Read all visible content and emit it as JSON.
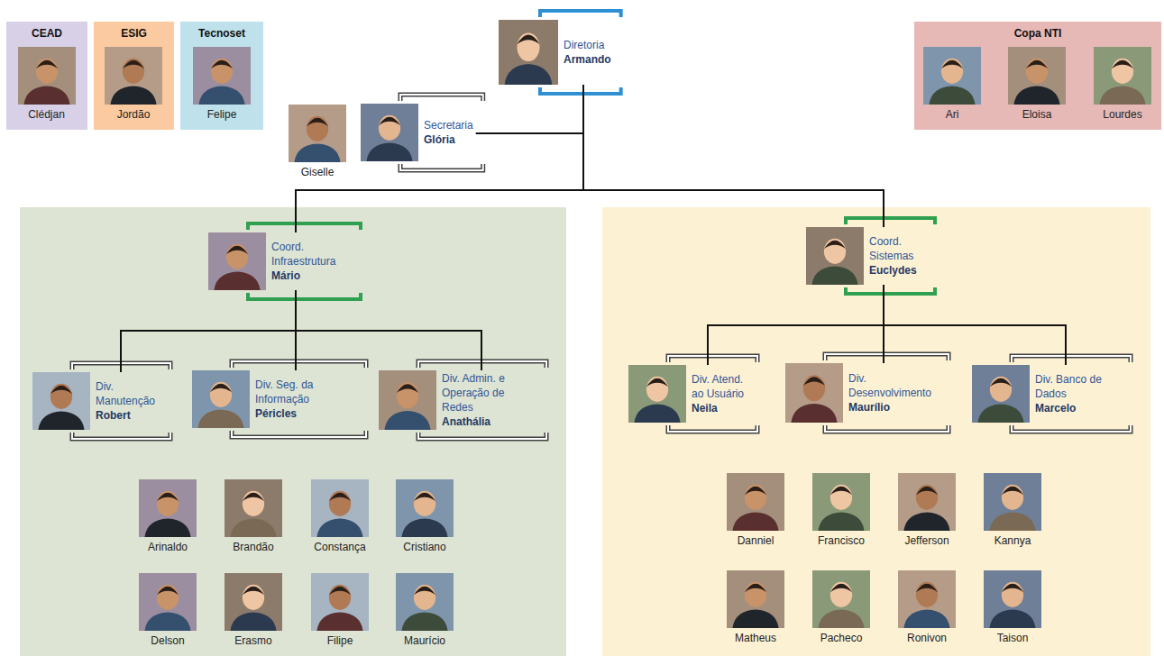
{
  "diagram": {
    "nodes": [
      {
        "text": [
          "CEAD"
        ]
      },
      {
        "text": [
          "Clédjan"
        ],
        "in": 0
      },
      {
        "text": [
          "ESIG"
        ]
      },
      {
        "text": [
          "Jordão"
        ],
        "in": 2
      },
      {
        "text": [
          "Tecnoset"
        ]
      },
      {
        "text": [
          "Felipe"
        ],
        "in": 4
      },
      {
        "text": [
          "Diretoria",
          "Armando"
        ]
      },
      {
        "text": [
          "Copa NTI"
        ]
      },
      {
        "text": [
          "Ari"
        ],
        "in": 7
      },
      {
        "text": [
          "Eloisa"
        ],
        "in": 7
      },
      {
        "text": [
          "Lourdes"
        ],
        "in": 7
      },
      {
        "text": [
          "Giselle"
        ]
      },
      {
        "text": [
          "Secretaria",
          "Glória"
        ]
      },
      {
        "text": [
          "Coord. Infraestrutura",
          "Mário"
        ]
      },
      {
        "text": [
          "Coord. Sistemas",
          "Euclydes"
        ]
      },
      {
        "text": [
          "Div. Manutenção",
          "Robert"
        ]
      },
      {
        "text": [
          "Div. Seg. da Informação",
          "Péricles"
        ]
      },
      {
        "text": [
          "Div. Admin. e Operação de Redes",
          "Anathália"
        ]
      },
      {
        "text": [
          "Div. Atend. ao Usuário",
          "Neila"
        ]
      },
      {
        "text": [
          "Div. Desenvolvimento",
          "Maurílio"
        ]
      },
      {
        "text": [
          "Div. Banco de Dados",
          "Marcelo"
        ]
      },
      {
        "text": [
          "Arinaldo"
        ]
      },
      {
        "text": [
          "Brandão"
        ]
      },
      {
        "text": [
          "Constança"
        ]
      },
      {
        "text": [
          "Cristiano"
        ]
      },
      {
        "text": [
          "Danniel"
        ]
      },
      {
        "text": [
          "Francisco"
        ]
      },
      {
        "text": [
          "Jefferson"
        ]
      },
      {
        "text": [
          "Kannya"
        ]
      },
      {
        "text": [
          "Delson"
        ]
      },
      {
        "text": [
          "Erasmo"
        ]
      },
      {
        "text": [
          "Filipe"
        ]
      },
      {
        "text": [
          "Maurício"
        ]
      },
      {
        "text": [
          "Matheus"
        ]
      },
      {
        "text": [
          "Pacheco"
        ]
      },
      {
        "text": [
          "Ronivon"
        ]
      },
      {
        "text": [
          "Taison"
        ]
      }
    ],
    "edges": [
      {
        "from": 6,
        "to": 12,
        "arrow": "none"
      },
      {
        "from": 6,
        "to": 13,
        "arrow": "none"
      },
      {
        "from": 6,
        "to": 14,
        "arrow": "none"
      },
      {
        "from": 13,
        "to": 15,
        "arrow": "none"
      },
      {
        "from": 13,
        "to": 16,
        "arrow": "none"
      },
      {
        "from": 13,
        "to": 17,
        "arrow": "none"
      },
      {
        "from": 14,
        "to": 18,
        "arrow": "none"
      },
      {
        "from": 14,
        "to": 19,
        "arrow": "none"
      },
      {
        "from": 14,
        "to": 20,
        "arrow": "none"
      }
    ]
  }
}
